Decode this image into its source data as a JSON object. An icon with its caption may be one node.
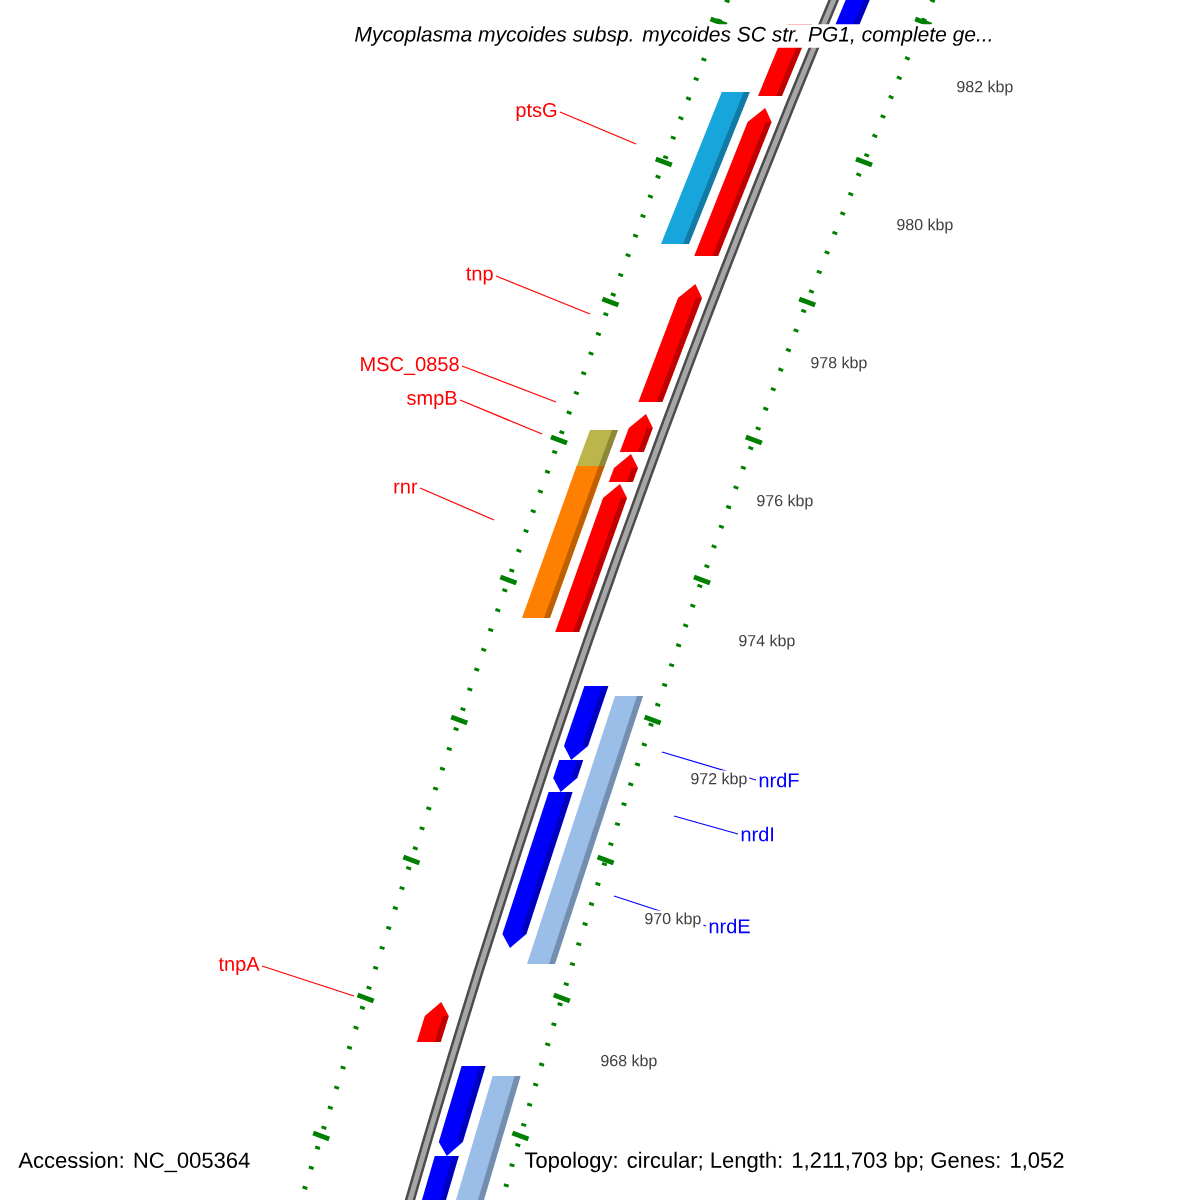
{
  "diagram": {
    "title": "Mycoplasma mycoides subsp. mycoides SC str. PG1, complete ge...",
    "nodes": [
      {
        "text": [
          "ptsG"
        ]
      },
      {
        "text": [
          "tnp"
        ]
      },
      {
        "text": [
          "MSC_0858"
        ]
      },
      {
        "text": [
          "smpB"
        ]
      },
      {
        "text": [
          "rnr"
        ]
      },
      {
        "text": [
          "nrdF"
        ]
      },
      {
        "text": [
          "nrdI"
        ]
      },
      {
        "text": [
          "nrdE"
        ]
      },
      {
        "text": [
          "tnpA"
        ]
      }
    ],
    "edges": [
      {
        "from": 0,
        "to": null,
        "arrow": "none"
      },
      {
        "from": 1,
        "to": null,
        "arrow": "none"
      },
      {
        "from": 2,
        "to": null,
        "arrow": "none"
      },
      {
        "from": 3,
        "to": null,
        "arrow": "none"
      },
      {
        "from": 4,
        "to": null,
        "arrow": "none"
      },
      {
        "from": 5,
        "to": null,
        "arrow": "none",
        "color": "#0000ff"
      },
      {
        "from": 6,
        "to": null,
        "arrow": "none",
        "color": "#0000ff"
      },
      {
        "from": 7,
        "to": null,
        "arrow": "none",
        "color": "#0000ff"
      },
      {
        "from": 8,
        "to": null,
        "arrow": "none"
      }
    ],
    "labels": [
      "982 kbp",
      "980 kbp",
      "978 kbp",
      "976 kbp",
      "974 kbp",
      "972 kbp",
      "970 kbp",
      "968 kbp",
      "Accession: NC_005364",
      "Topology: circular; Length: 1,211,703 bp; Genes: 1,052"
    ]
  }
}
